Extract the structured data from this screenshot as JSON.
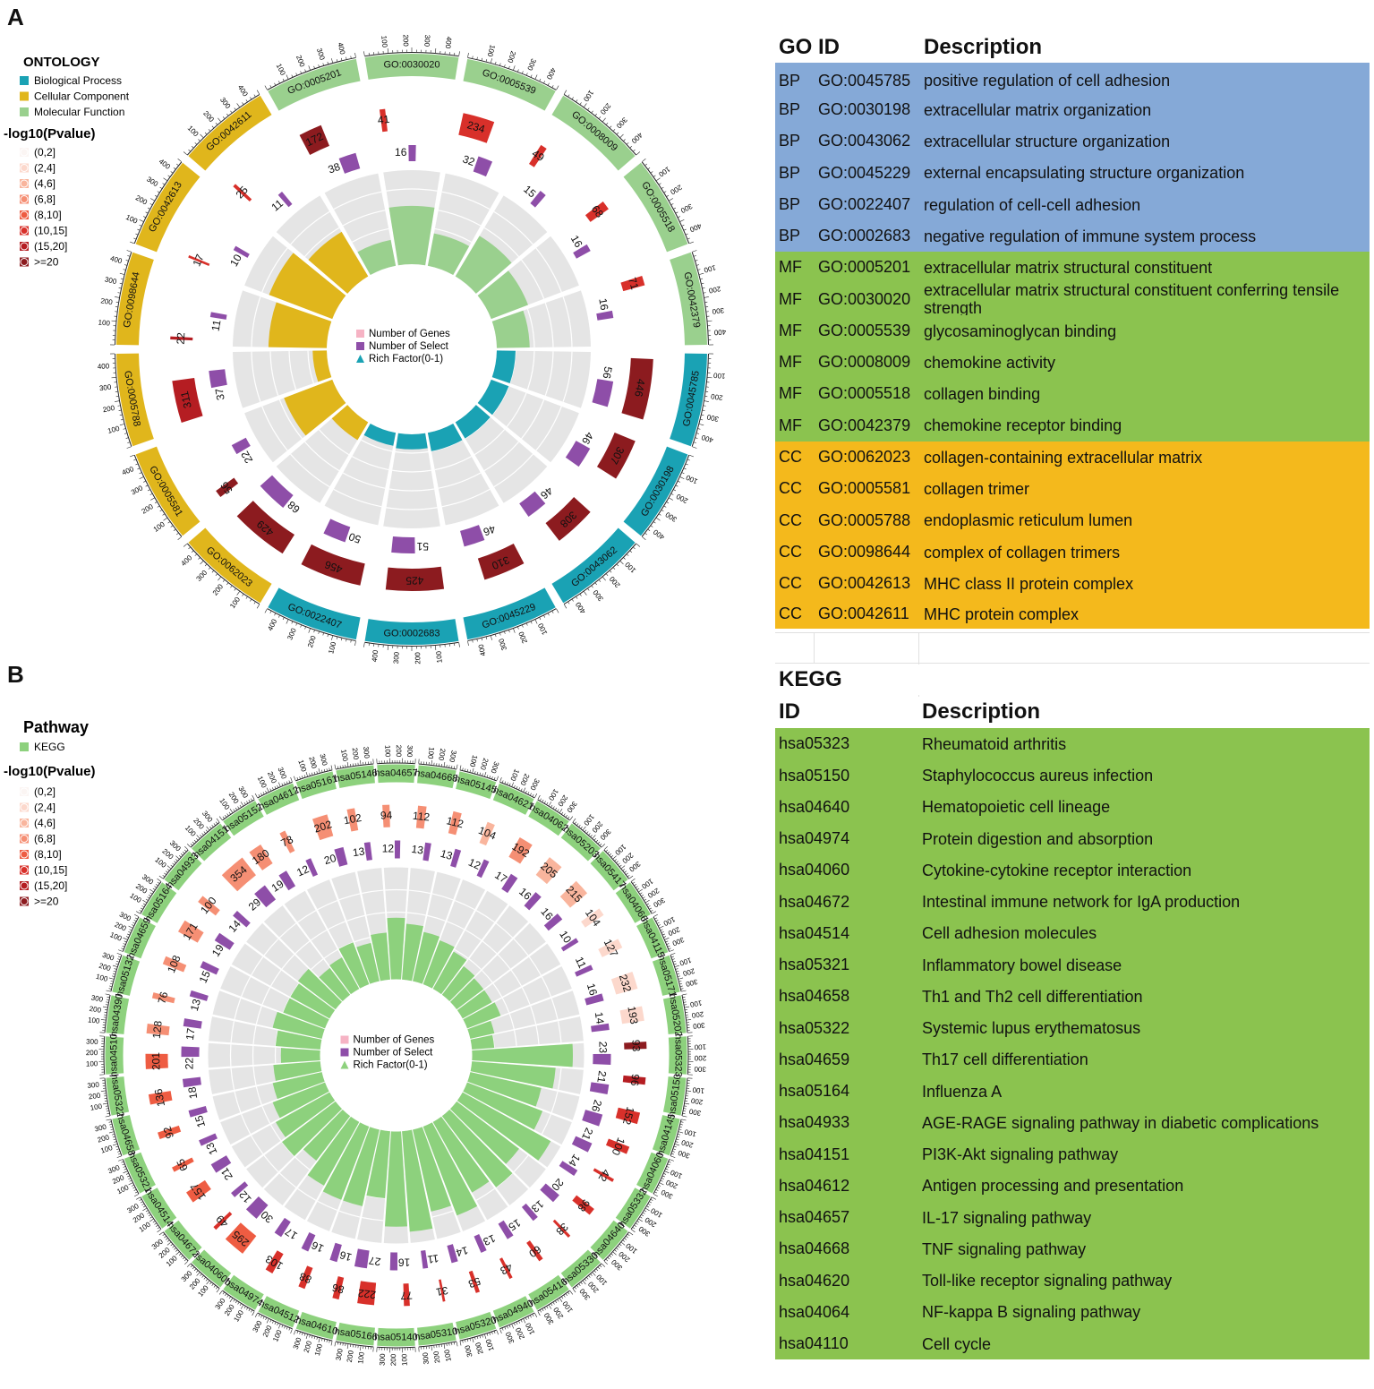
{
  "panel_labels": {
    "a": "A",
    "b": "B"
  },
  "colors": {
    "bp": "#1aa2b4",
    "cc": "#e0b61c",
    "mf": "#9ad08e",
    "kegg": "#8dd17d",
    "genes_fill": "#ffffff",
    "select": "#8e4ea8",
    "grid_bg": "#e5e5e5",
    "p_colors": [
      "#fbf5f3",
      "#fcd8cc",
      "#f9b59d",
      "#f58f74",
      "#ee5c42",
      "#d8302a",
      "#b51d22",
      "#8c1b1f"
    ],
    "table_bp": "#85a9d7",
    "table_mf": "#8bc34f",
    "table_cc": "#f4b91c",
    "table_kegg": "#8bc34f"
  },
  "go_chart": {
    "legend": {
      "ontology_title": "ONTOLOGY",
      "ontology_items": [
        {
          "label": "Biological Process",
          "color": "#1aa2b4"
        },
        {
          "label": "Cellular Component",
          "color": "#e0b61c"
        },
        {
          "label": "Molecular Function",
          "color": "#9ad08e"
        }
      ],
      "p_title": "-log10(Pvalue)",
      "p_items": [
        "(0,2]",
        "(2,4]",
        "(4,6]",
        "(6,8]",
        "(8,10]",
        "(10,15]",
        "(15,20]",
        ">=20"
      ]
    },
    "center_legend": [
      "Number of Genes",
      "Number of Select",
      "Rich Factor(0-1)"
    ]
  },
  "kegg_chart": {
    "legend": {
      "pathway_title": "Pathway",
      "pathway_items": [
        {
          "label": "KEGG",
          "color": "#8dd17d"
        }
      ],
      "p_title": "-log10(Pvalue)",
      "p_items": [
        "(0,2]",
        "(2,4]",
        "(4,6]",
        "(6,8]",
        "(8,10]",
        "(10,15]",
        "(15,20]",
        ">=20"
      ]
    },
    "center_legend": [
      "Number of Genes",
      "Number of Select",
      "Rich Factor(0-1)"
    ]
  },
  "chart_data": [
    {
      "type": "circos",
      "title": "",
      "sectors": [
        {
          "id": "GO:0030020",
          "cat": "mf",
          "genes": 41,
          "select": 16,
          "rich": 0.62,
          "p": 5
        },
        {
          "id": "GO:0005539",
          "cat": "mf",
          "genes": 234,
          "select": 32,
          "rich": 0.35,
          "p": 5
        },
        {
          "id": "GO:0008009",
          "cat": "mf",
          "genes": 49,
          "select": 15,
          "rich": 0.5,
          "p": 5
        },
        {
          "id": "GO:0005518",
          "cat": "mf",
          "genes": 68,
          "select": 16,
          "rich": 0.42,
          "p": 5
        },
        {
          "id": "GO:0042379",
          "cat": "mf",
          "genes": 71,
          "select": 16,
          "rich": 0.35,
          "p": 5
        },
        {
          "id": "GO:0045785",
          "cat": "bp",
          "genes": 446,
          "select": 56,
          "rich": 0.2,
          "p": 7
        },
        {
          "id": "GO:0030198",
          "cat": "bp",
          "genes": 307,
          "select": 46,
          "rich": 0.2,
          "p": 7
        },
        {
          "id": "GO:0043062",
          "cat": "bp",
          "genes": 308,
          "select": 46,
          "rich": 0.2,
          "p": 7
        },
        {
          "id": "GO:0045229",
          "cat": "bp",
          "genes": 310,
          "select": 46,
          "rich": 0.2,
          "p": 7
        },
        {
          "id": "GO:0002683",
          "cat": "bp",
          "genes": 425,
          "select": 51,
          "rich": 0.16,
          "p": 7
        },
        {
          "id": "GO:0022407",
          "cat": "bp",
          "genes": 456,
          "select": 50,
          "rich": 0.14,
          "p": 7
        },
        {
          "id": "GO:0062023",
          "cat": "cc",
          "genes": 429,
          "select": 68,
          "rich": 0.22,
          "p": 7
        },
        {
          "id": "GO:0005581",
          "cat": "cc",
          "genes": 56,
          "select": 22,
          "rich": 0.55,
          "p": 7
        },
        {
          "id": "GO:0005788",
          "cat": "cc",
          "genes": 311,
          "select": 37,
          "rich": 0.15,
          "p": 6
        },
        {
          "id": "GO:0098644",
          "cat": "cc",
          "genes": 22,
          "select": 11,
          "rich": 0.62,
          "p": 6
        },
        {
          "id": "GO:0042613",
          "cat": "cc",
          "genes": 17,
          "select": 10,
          "rich": 0.72,
          "p": 5
        },
        {
          "id": "GO:0042611",
          "cat": "cc",
          "genes": 25,
          "select": 11,
          "rich": 0.55,
          "p": 5
        },
        {
          "id": "GO:0005201",
          "cat": "mf",
          "genes": 172,
          "select": 38,
          "rich": 0.28,
          "p": 7
        }
      ],
      "tick_labels": [
        "100",
        "200",
        "300",
        "400"
      ]
    },
    {
      "type": "circos",
      "title": "",
      "sectors": [
        {
          "id": "hsa04657",
          "genes": 94,
          "select": 12,
          "rich": 0.55,
          "p": 3
        },
        {
          "id": "hsa04668",
          "genes": 112,
          "select": 13,
          "rich": 0.5,
          "p": 3
        },
        {
          "id": "hsa05145",
          "genes": 112,
          "select": 13,
          "rich": 0.45,
          "p": 3
        },
        {
          "id": "hsa04621",
          "genes": 104,
          "select": 12,
          "rich": 0.42,
          "p": 2
        },
        {
          "id": "hsa04062",
          "genes": 192,
          "select": 17,
          "rich": 0.38,
          "p": 3
        },
        {
          "id": "hsa05203",
          "genes": 205,
          "select": 16,
          "rich": 0.32,
          "p": 2
        },
        {
          "id": "hsa05417",
          "genes": 215,
          "select": 16,
          "rich": 0.3,
          "p": 2
        },
        {
          "id": "hsa04066",
          "genes": 104,
          "select": 10,
          "rich": 0.3,
          "p": 1
        },
        {
          "id": "hsa04115",
          "genes": 127,
          "select": 11,
          "rich": 0.32,
          "p": 1
        },
        {
          "id": "hsa05171",
          "genes": 232,
          "select": 16,
          "rich": 0.22,
          "p": 1
        },
        {
          "id": "hsa05202",
          "genes": 193,
          "select": 14,
          "rich": 0.2,
          "p": 1
        },
        {
          "id": "hsa05323",
          "genes": 93,
          "select": 23,
          "rich": 0.9,
          "p": 7
        },
        {
          "id": "hsa05150",
          "genes": 96,
          "select": 21,
          "rich": 0.75,
          "p": 6
        },
        {
          "id": "hsa04145",
          "genes": 152,
          "select": 26,
          "rich": 0.65,
          "p": 5
        },
        {
          "id": "hsa04060",
          "genes": 100,
          "select": 21,
          "rich": 0.72,
          "p": 5
        },
        {
          "id": "hsa05332",
          "genes": 42,
          "select": 14,
          "rich": 0.9,
          "p": 5
        },
        {
          "id": "hsa04640",
          "genes": 98,
          "select": 20,
          "rich": 0.7,
          "p": 5
        },
        {
          "id": "hsa05330",
          "genes": 38,
          "select": 13,
          "rich": 0.8,
          "p": 5
        },
        {
          "id": "hsa05416",
          "genes": 60,
          "select": 15,
          "rich": 0.72,
          "p": 5
        },
        {
          "id": "hsa04940",
          "genes": 43,
          "select": 13,
          "rich": 0.85,
          "p": 5
        },
        {
          "id": "hsa05320",
          "genes": 53,
          "select": 14,
          "rich": 0.75,
          "p": 5
        },
        {
          "id": "hsa05310",
          "genes": 31,
          "select": 11,
          "rich": 0.9,
          "p": 5
        },
        {
          "id": "hsa05140",
          "genes": 77,
          "select": 16,
          "rich": 0.85,
          "p": 5
        },
        {
          "id": "hsa05166",
          "genes": 222,
          "select": 27,
          "rich": 0.6,
          "p": 5
        },
        {
          "id": "hsa04610",
          "genes": 86,
          "select": 16,
          "rich": 0.7,
          "p": 5
        },
        {
          "id": "hsa04512",
          "genes": 88,
          "select": 16,
          "rich": 0.7,
          "p": 5
        },
        {
          "id": "hsa04974",
          "genes": 103,
          "select": 17,
          "rich": 0.65,
          "p": 5
        },
        {
          "id": "hsa04060b",
          "genes": 295,
          "select": 30,
          "rich": 0.5,
          "p": 4
        },
        {
          "id": "hsa04672",
          "genes": 49,
          "select": 12,
          "rich": 0.6,
          "p": 5
        },
        {
          "id": "hsa04514",
          "genes": 157,
          "select": 21,
          "rich": 0.55,
          "p": 4
        },
        {
          "id": "hsa05321",
          "genes": 65,
          "select": 13,
          "rich": 0.5,
          "p": 4
        },
        {
          "id": "hsa04658",
          "genes": 92,
          "select": 15,
          "rich": 0.45,
          "p": 4
        },
        {
          "id": "hsa05322",
          "genes": 136,
          "select": 18,
          "rich": 0.42,
          "p": 4
        },
        {
          "id": "hsa04510",
          "genes": 201,
          "select": 22,
          "rich": 0.35,
          "p": 4
        },
        {
          "id": "hsa04390",
          "genes": 128,
          "select": 17,
          "rich": 0.4,
          "p": 3
        },
        {
          "id": "hsa05132",
          "genes": 76,
          "select": 13,
          "rich": 0.45,
          "p": 3
        },
        {
          "id": "hsa04659",
          "genes": 108,
          "select": 15,
          "rich": 0.4,
          "p": 3
        },
        {
          "id": "hsa05164",
          "genes": 171,
          "select": 19,
          "rich": 0.4,
          "p": 3
        },
        {
          "id": "hsa04933",
          "genes": 100,
          "select": 14,
          "rich": 0.42,
          "p": 3
        },
        {
          "id": "hsa04151",
          "genes": 354,
          "select": 29,
          "rich": 0.3,
          "p": 3
        },
        {
          "id": "hsa05152",
          "genes": 180,
          "select": 19,
          "rich": 0.32,
          "p": 3
        },
        {
          "id": "hsa04612",
          "genes": 78,
          "select": 12,
          "rich": 0.4,
          "p": 3
        },
        {
          "id": "hsa05161",
          "genes": 202,
          "select": 20,
          "rich": 0.35,
          "p": 3
        },
        {
          "id": "hsa05146",
          "genes": 102,
          "select": 13,
          "rich": 0.42,
          "p": 3
        }
      ],
      "tick_labels": [
        "100",
        "200",
        "300"
      ]
    }
  ],
  "go_table": {
    "headers": {
      "col1": "GO",
      "col2": "ID",
      "col3": "Description"
    },
    "rows": [
      {
        "cat": "BP",
        "id": "GO:0045785",
        "desc": "positive regulation of cell adhesion"
      },
      {
        "cat": "BP",
        "id": "GO:0030198",
        "desc": "extracellular matrix organization"
      },
      {
        "cat": "BP",
        "id": "GO:0043062",
        "desc": "extracellular structure organization"
      },
      {
        "cat": "BP",
        "id": "GO:0045229",
        "desc": "external encapsulating structure organization"
      },
      {
        "cat": "BP",
        "id": "GO:0022407",
        "desc": "regulation of cell-cell adhesion"
      },
      {
        "cat": "BP",
        "id": "GO:0002683",
        "desc": "negative regulation of immune system process"
      },
      {
        "cat": "MF",
        "id": "GO:0005201",
        "desc": "extracellular matrix structural constituent"
      },
      {
        "cat": "MF",
        "id": "GO:0030020",
        "desc": "extracellular matrix structural constituent conferring tensile strength"
      },
      {
        "cat": "MF",
        "id": "GO:0005539",
        "desc": "glycosaminoglycan binding"
      },
      {
        "cat": "MF",
        "id": "GO:0008009",
        "desc": "chemokine activity"
      },
      {
        "cat": "MF",
        "id": "GO:0005518",
        "desc": "collagen binding"
      },
      {
        "cat": "MF",
        "id": "GO:0042379",
        "desc": "chemokine receptor binding"
      },
      {
        "cat": "CC",
        "id": "GO:0062023",
        "desc": "collagen-containing extracellular matrix"
      },
      {
        "cat": "CC",
        "id": "GO:0005581",
        "desc": "collagen trimer"
      },
      {
        "cat": "CC",
        "id": "GO:0005788",
        "desc": "endoplasmic reticulum lumen"
      },
      {
        "cat": "CC",
        "id": "GO:0098644",
        "desc": "complex of collagen trimers"
      },
      {
        "cat": "CC",
        "id": "GO:0042613",
        "desc": "MHC class II protein complex"
      },
      {
        "cat": "CC",
        "id": "GO:0042611",
        "desc": "MHC protein complex"
      }
    ]
  },
  "kegg_table": {
    "title": "KEGG",
    "headers": {
      "col1": "ID",
      "col3": "Description"
    },
    "rows": [
      {
        "id": "hsa05323",
        "desc": "Rheumatoid arthritis"
      },
      {
        "id": "hsa05150",
        "desc": "Staphylococcus aureus infection"
      },
      {
        "id": "hsa04640",
        "desc": "Hematopoietic cell lineage"
      },
      {
        "id": "hsa04974",
        "desc": "Protein digestion and absorption"
      },
      {
        "id": "hsa04060",
        "desc": "Cytokine-cytokine receptor interaction"
      },
      {
        "id": "hsa04672",
        "desc": "Intestinal immune network for IgA production"
      },
      {
        "id": "hsa04514",
        "desc": "Cell adhesion molecules"
      },
      {
        "id": "hsa05321",
        "desc": "Inflammatory bowel disease"
      },
      {
        "id": "hsa04658",
        "desc": "Th1 and Th2 cell differentiation"
      },
      {
        "id": "hsa05322",
        "desc": "Systemic lupus erythematosus"
      },
      {
        "id": "hsa04659",
        "desc": "Th17 cell differentiation"
      },
      {
        "id": "hsa05164",
        "desc": "Influenza A"
      },
      {
        "id": "hsa04933",
        "desc": "AGE-RAGE signaling pathway in diabetic complications"
      },
      {
        "id": "hsa04151",
        "desc": "PI3K-Akt signaling pathway"
      },
      {
        "id": "hsa04612",
        "desc": "Antigen processing and presentation"
      },
      {
        "id": "hsa04657",
        "desc": "IL-17 signaling pathway"
      },
      {
        "id": "hsa04668",
        "desc": "TNF signaling pathway"
      },
      {
        "id": "hsa04620",
        "desc": "Toll-like receptor signaling pathway"
      },
      {
        "id": "hsa04064",
        "desc": "NF-kappa B signaling pathway"
      },
      {
        "id": "hsa04110",
        "desc": "Cell cycle"
      }
    ]
  }
}
